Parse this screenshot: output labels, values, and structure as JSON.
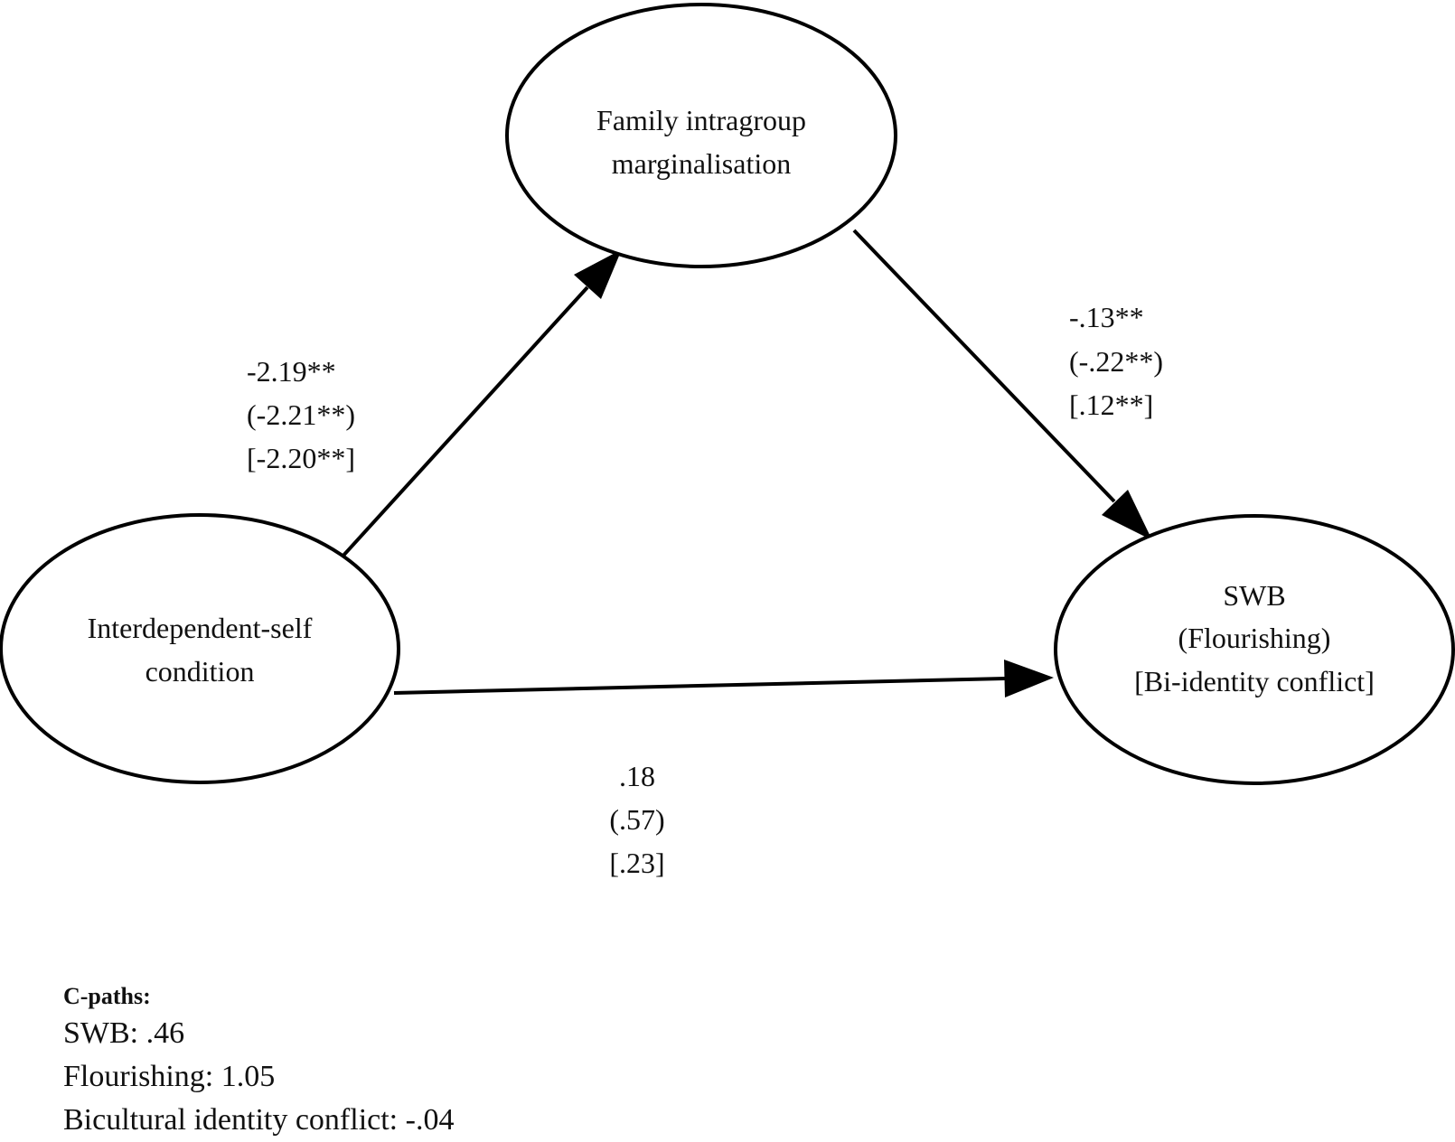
{
  "nodes": {
    "mediator": {
      "lines": [
        "Family intragroup",
        "marginalisation"
      ]
    },
    "predictor": {
      "lines": [
        "Interdependent-self",
        "condition"
      ]
    },
    "outcome": {
      "lines": [
        "SWB",
        "(Flourishing)",
        "[Bi-identity conflict]"
      ]
    }
  },
  "paths": {
    "a_path": {
      "lines": [
        "-2.19**",
        "(-2.21**)",
        "[-2.20**]"
      ]
    },
    "b_path": {
      "lines": [
        "-.13**",
        "(-.22**)",
        "[.12**]"
      ]
    },
    "direct_path": {
      "lines": [
        ".18",
        "(.57)",
        "[.23]"
      ]
    }
  },
  "notes": {
    "heading": "C-paths:",
    "lines": [
      "SWB: .46",
      "Flourishing: 1.05",
      "Bicultural identity conflict: -.04"
    ]
  }
}
